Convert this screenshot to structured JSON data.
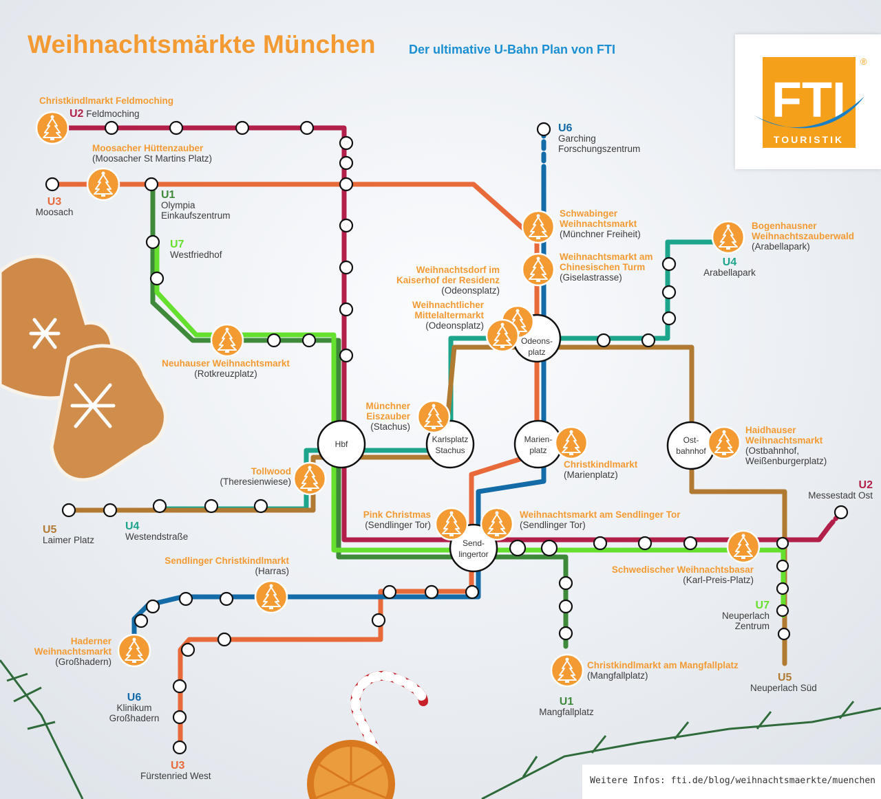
{
  "header": {
    "title": "Weihnachtsmärkte München",
    "subtitle": "Der ultimative U-Bahn Plan von FTI"
  },
  "logo": {
    "brand": "FTI",
    "tagline": "TOURISTIK",
    "mark": "®"
  },
  "colors": {
    "U1": "#3e8a3a",
    "U2": "#b22049",
    "U3": "#e8693a",
    "U4": "#1ca58b",
    "U5": "#b17a33",
    "U6": "#136ba8",
    "U7": "#66e02f",
    "accent": "#f39a33"
  },
  "hubs": {
    "hbf": "Hbf",
    "karlsplatz": [
      "Karlsplatz",
      "Stachus"
    ],
    "marienplatz": [
      "Marien-",
      "platz"
    ],
    "odeonsplatz": [
      "Odeons-",
      "platz"
    ],
    "ostbahnhof": [
      "Ost-",
      "bahnhof"
    ],
    "sendlinger": [
      "Send-",
      "lingertor"
    ]
  },
  "termini": {
    "u2_feldmoching": {
      "line": "U2",
      "station": "Feldmoching"
    },
    "u3_moosach": {
      "line": "U3",
      "station": "Moosach"
    },
    "u1_olympia": {
      "line": "U1",
      "station": "Olympia\nEinkaufszentrum"
    },
    "u7_westfriedhof": {
      "line": "U7",
      "station": "Westfriedhof"
    },
    "u6_garching": {
      "line": "U6",
      "station": "Garching\nForschungszentrum"
    },
    "u4_arabellapark": {
      "line": "U4",
      "station": "Arabellapark"
    },
    "u2_messestadt": {
      "line": "U2",
      "station": "Messestadt Ost"
    },
    "u5_laimer": {
      "line": "U5",
      "station": "Laimer Platz"
    },
    "u4_westend": {
      "line": "U4",
      "station": "Westendstraße"
    },
    "u7_neuperlach": {
      "line": "U7",
      "station": "Neuperlach\nZentrum"
    },
    "u5_neuperlach": {
      "line": "U5",
      "station": "Neuperlach Süd"
    },
    "u1_mangfall": {
      "line": "U1",
      "station": "Mangfallplatz"
    },
    "u6_klinikum": {
      "line": "U6",
      "station": "Klinikum\nGroßhadern"
    },
    "u3_fuerstenried": {
      "line": "U3",
      "station": "Fürstenried West"
    }
  },
  "markets": [
    {
      "name": "Christkindlmarkt Feldmoching",
      "station": ""
    },
    {
      "name": "Moosacher Hüttenzauber",
      "station": "(Moosacher St Martins Platz)"
    },
    {
      "name": "Schwabinger\nWeihnachtsmarkt",
      "station": "(Münchner Freiheit)"
    },
    {
      "name": "Weihnachtsmarkt am\nChinesischen Turm",
      "station": "(Giselastrasse)"
    },
    {
      "name": "Bogenhausner\nWeihnachtszauberwald",
      "station": "(Arabellapark)"
    },
    {
      "name": "Weihnachtsdorf im\nKaiserhof der Residenz",
      "station": "(Odeonsplatz)"
    },
    {
      "name": "Weihnachtlicher\nMittelaltermarkt",
      "station": "(Odeonsplatz)"
    },
    {
      "name": "Neuhauser Weihnachtsmarkt",
      "station": "(Rotkreuzplatz)"
    },
    {
      "name": "Münchner\nEiszauber",
      "station": "(Stachus)"
    },
    {
      "name": "Christkindlmarkt",
      "station": "(Marienplatz)"
    },
    {
      "name": "Haidhauser\nWeihnachtsmarkt",
      "station": "(Ostbahnhof,\nWeißenburgerplatz)"
    },
    {
      "name": "Tollwood",
      "station": "(Theresienwiese)"
    },
    {
      "name": "Pink Christmas",
      "station": "(Sendlinger Tor)"
    },
    {
      "name": "Weihnachtsmarkt am Sendlinger Tor",
      "station": "(Sendlinger Tor)"
    },
    {
      "name": "Sendlinger Christkindlmarkt",
      "station": "(Harras)"
    },
    {
      "name": "Schwedischer Weihnachtsbasar",
      "station": "(Karl-Preis-Platz)"
    },
    {
      "name": "Haderner\nWeihnachtsmarkt",
      "station": "(Großhadern)"
    },
    {
      "name": "Christkindlmarkt am Mangfallplatz",
      "station": "(Mangfallplatz)"
    }
  ],
  "footer": {
    "text": "Weitere Infos: fti.de/blog/weihnachtsmaerkte/muenchen"
  }
}
